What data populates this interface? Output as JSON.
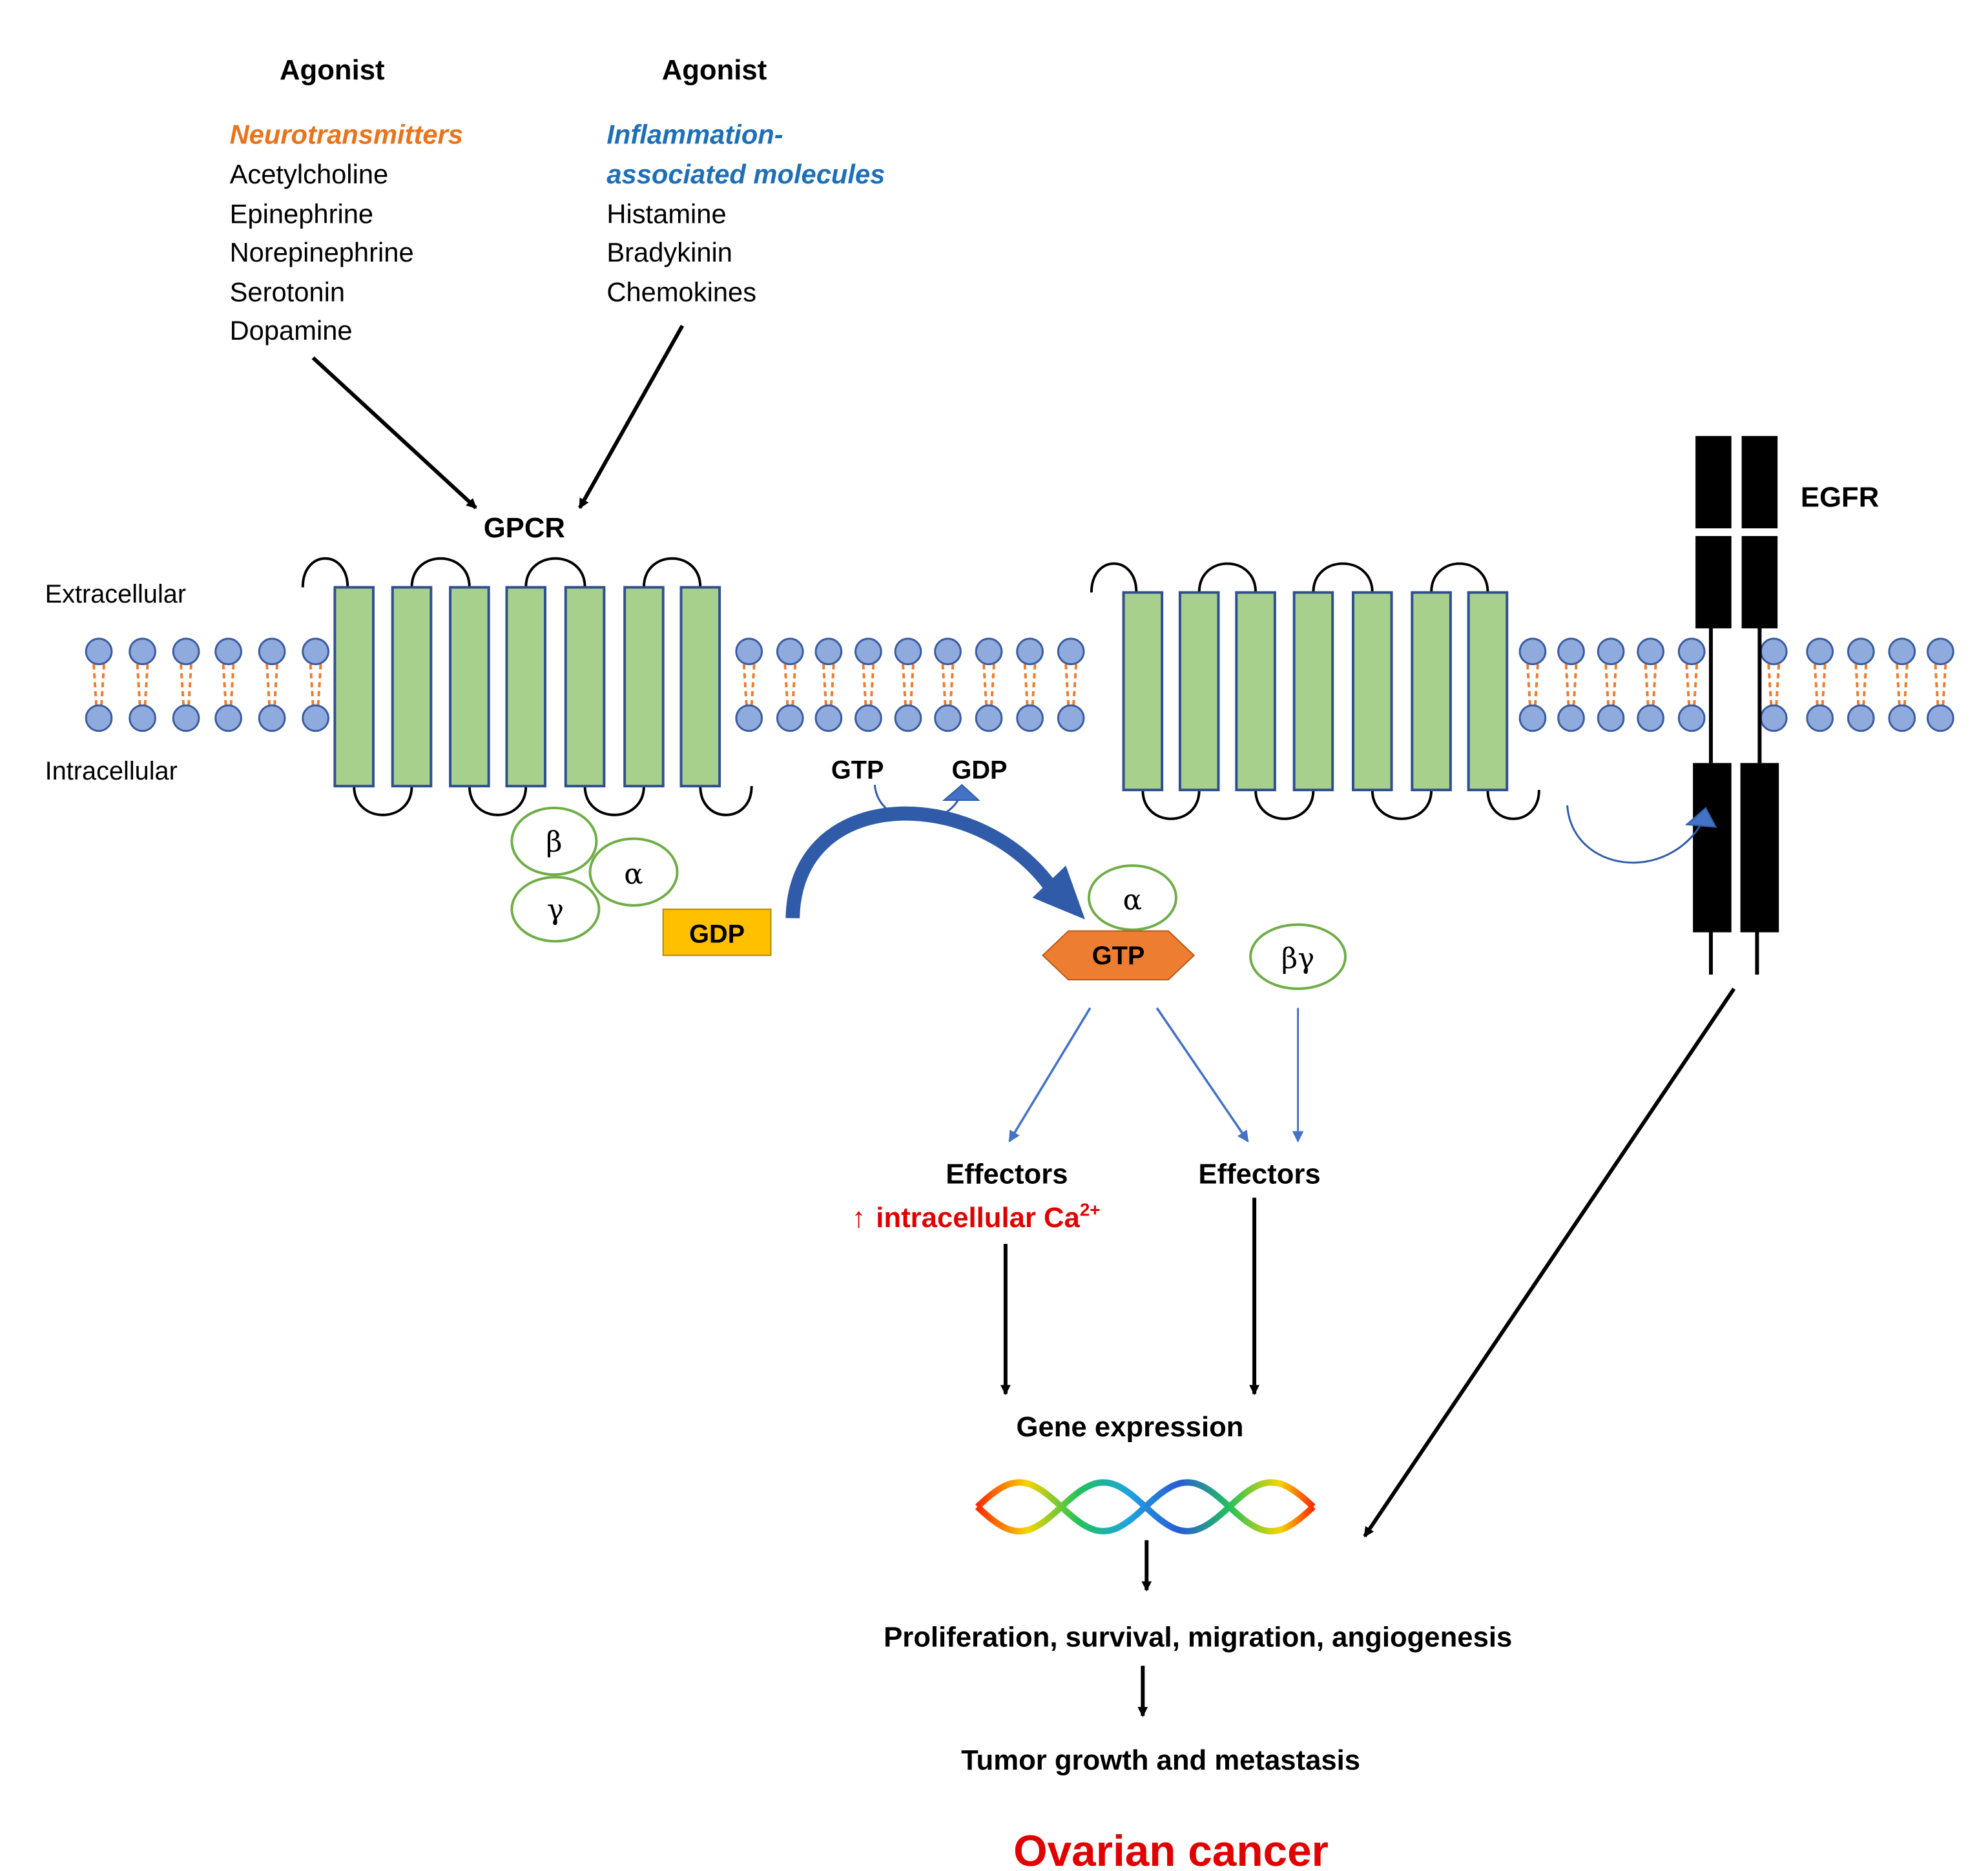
{
  "agonists": {
    "left": {
      "title": "Agonist",
      "category": "Neurotransmitters",
      "items": [
        "Acetylcholine",
        "Epinephrine",
        "Norepinephrine",
        "Serotonin",
        "Dopamine"
      ]
    },
    "right": {
      "title": "Agonist",
      "category_line1": "Inflammation-",
      "category_line2": "associated molecules",
      "items": [
        "Histamine",
        "Bradykinin",
        "Chemokines"
      ]
    }
  },
  "labels": {
    "gpcr": "GPCR",
    "egfr": "EGFR",
    "extracellular": "Extracellular",
    "intracellular": "Intracellular",
    "beta": "β",
    "alpha": "α",
    "gamma": "γ",
    "alpha_active": "α",
    "beta_gamma": "βγ",
    "gdp_box": "GDP",
    "gtp_hex": "GTP",
    "gtp_small": "GTP",
    "gdp_small": "GDP",
    "effectors_left": "Effectors",
    "effectors_right": "Effectors",
    "calcium_arrow": "↑",
    "calcium_text": "intracellular Ca",
    "calcium_sup": "2+",
    "gene_expression": "Gene expression",
    "outcomes": "Proliferation, survival, migration, angiogenesis",
    "tumor": "Tumor growth and metastasis",
    "disease": "Ovarian cancer"
  },
  "colors": {
    "helix_fill": "#A8D08D",
    "helix_stroke": "#2F4F8F",
    "lipid_head": "#8FAADC",
    "lipid_tail": "#ED7D31",
    "gdp_fill": "#FFC000",
    "gtp_fill": "#ED7D31",
    "subunit_stroke": "#70AD47",
    "arrow_blue": "#4472C4",
    "cancer_red": "#E00000"
  }
}
